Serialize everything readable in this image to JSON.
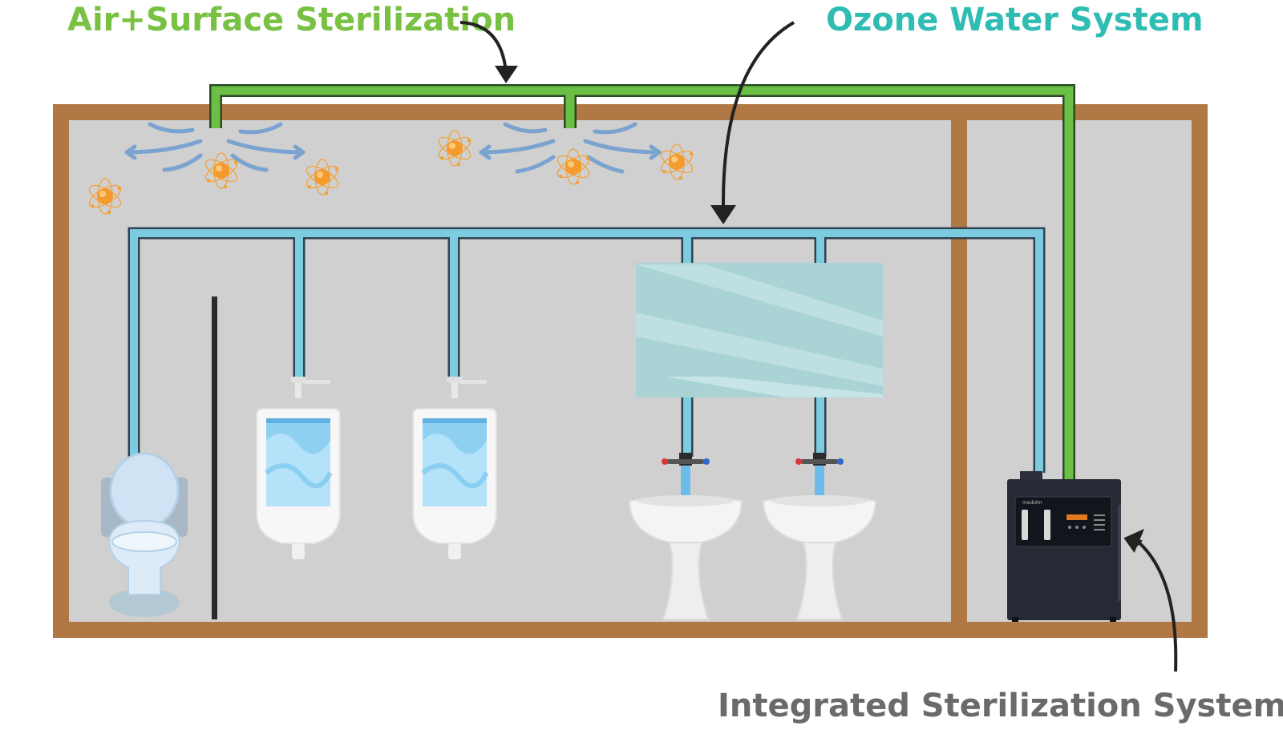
{
  "labels": {
    "air_surface": "Air+Surface Sterilization",
    "ozone_water": "Ozone Water System",
    "integrated": "Integrated Sterilization System"
  },
  "unit": {
    "brand": "medolm"
  },
  "colors": {
    "air_pipe": "#6abf45",
    "water_pipe": "#7ccbe0",
    "wall": "#b07845",
    "room": "#d0d0d0",
    "ozone_particle": "#f5a033",
    "airflow_arrow": "#7aa3cf",
    "unit_body": "#252a35",
    "unit_display": "#e0781e",
    "air_label": "#78c143",
    "ozone_label": "#2fbdb3",
    "integrated_label": "#6a6a6a"
  },
  "icons": [
    "toilet-icon",
    "urinal-icon",
    "sink-icon",
    "mirror-icon",
    "ozone-molecule-icon",
    "airflow-arrow-icon",
    "sterilization-unit-icon",
    "callout-arrow-icon"
  ]
}
